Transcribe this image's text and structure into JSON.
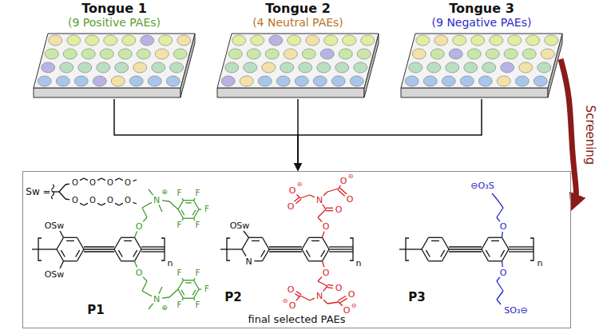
{
  "diagram": {
    "nodes": [
      {
        "text": [
          "Tongue 1",
          "(9 Positive PAEs)"
        ]
      },
      {
        "text": [
          "Tongue 2",
          "(4 Neutral PAEs)"
        ]
      },
      {
        "text": [
          "Tongue 3",
          "(9 Negative PAEs)"
        ]
      },
      {
        "text": [
          "final selected PAEs"
        ]
      }
    ],
    "edges": [
      {
        "from": 0,
        "to": 3,
        "arrow": "to"
      },
      {
        "from": 1,
        "to": 3,
        "arrow": "to"
      },
      {
        "from": 2,
        "to": 3,
        "arrow": "to"
      },
      {
        "from": 2,
        "to": 3,
        "label": "Screening",
        "arrow": "to"
      }
    ],
    "labels": [
      "Sw =",
      "O",
      "O",
      "O",
      "O",
      "O",
      "O",
      "O",
      "O",
      "OSw",
      "OSw",
      "O",
      "N",
      "⊕",
      "F",
      "F",
      "F",
      "F",
      "F",
      "O",
      "N",
      "⊕",
      "F",
      "F",
      "F",
      "F",
      "F",
      "n",
      "P1",
      "OSw",
      "N",
      "n",
      "O",
      "O",
      "N",
      "O",
      "O",
      "⊖",
      "O",
      "O",
      "⊖",
      "O",
      "O",
      "N",
      "O",
      "O",
      "⊖",
      "O",
      "O",
      "⊖",
      "P2",
      "n",
      "O",
      "⊖O₃S",
      "O",
      "SO₃⊖",
      "P3"
    ]
  }
}
